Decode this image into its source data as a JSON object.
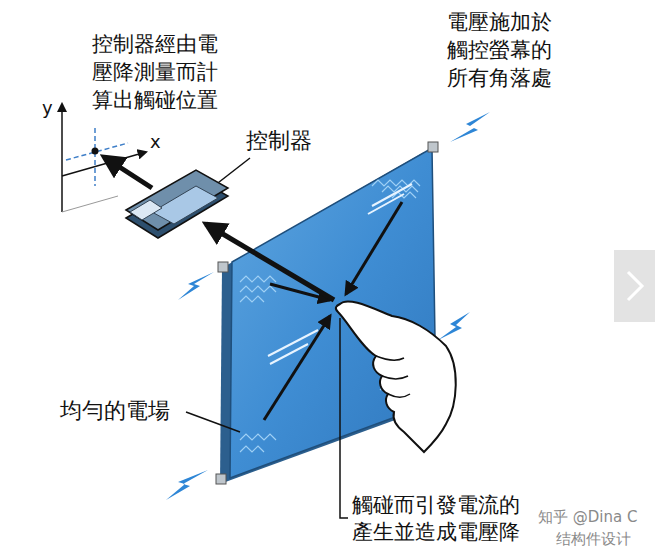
{
  "diagram": {
    "nodes": [
      {
        "text": [
          "控制器"
        ]
      }
    ],
    "labels": [
      "控制器經由電壓降測量而計算出觸碰位置",
      "電壓施加於觸控螢幕的所有角落處",
      "y",
      "x",
      "均勻的電場",
      "觸碰而引發電流的產生並造成電壓降",
      "知乎 @Dina C",
      "结构件设计"
    ]
  }
}
